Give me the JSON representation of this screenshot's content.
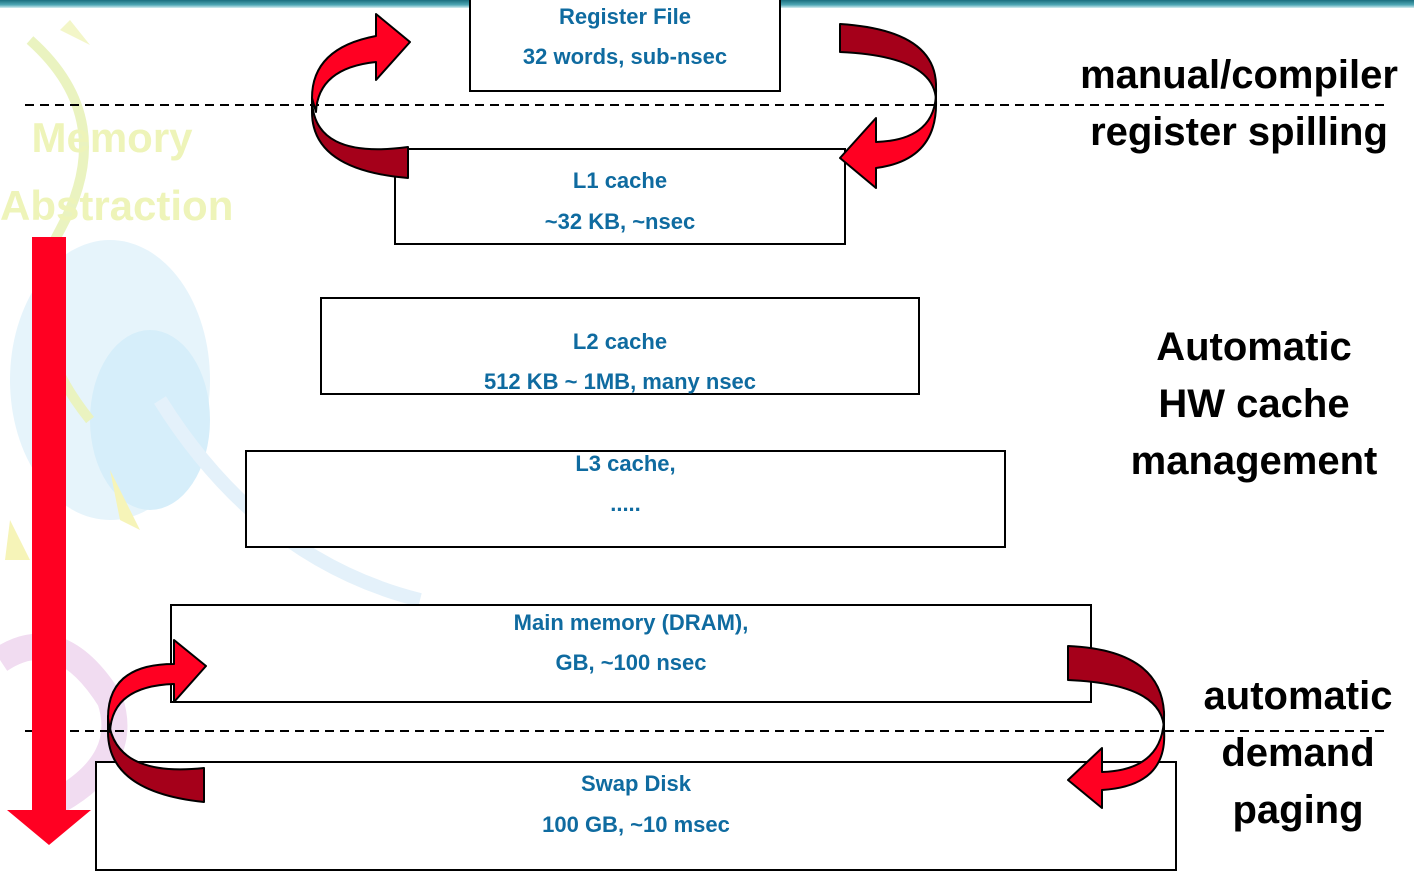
{
  "background_title": {
    "line1": "Memory",
    "line2": "Abstraction"
  },
  "levels": [
    {
      "title": "Register File",
      "detail": "32 words, sub-nsec"
    },
    {
      "title": "L1 cache",
      "detail": "~32 KB, ~nsec"
    },
    {
      "title": "L2 cache",
      "detail": "512 KB ~ 1MB, many nsec"
    },
    {
      "title": "L3 cache,",
      "detail": "....."
    },
    {
      "title": "Main memory (DRAM),",
      "detail": "GB, ~100 nsec"
    },
    {
      "title": "Swap Disk",
      "detail": "100 GB, ~10 msec"
    }
  ],
  "annotations": {
    "spilling": {
      "line1": "manual/compiler",
      "line2": "register spilling"
    },
    "hw_cache": {
      "line1": "Automatic",
      "line2": "HW cache",
      "line3": "management"
    },
    "paging": {
      "line1": "automatic",
      "line2": "demand",
      "line3": "paging"
    }
  },
  "colors": {
    "label_blue": "#0f6ba0",
    "arrow_red": "#ff0022",
    "curved_arrow_red": "#c8001e",
    "faded_text": "#eef4b9"
  }
}
